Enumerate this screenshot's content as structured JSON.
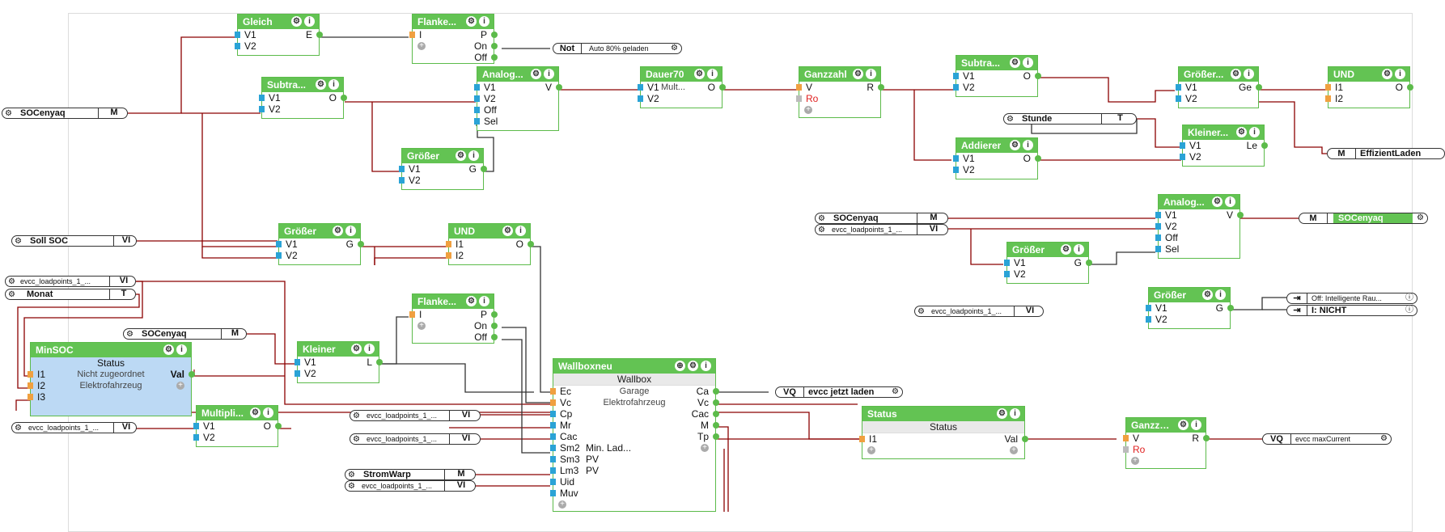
{
  "inputs": {
    "socenyaq_top": {
      "name": "SOCenyaq",
      "type": "M"
    },
    "soll_soc": {
      "name": "Soll SOC",
      "type": "VI"
    },
    "evcc1": {
      "name": "evcc_loadpoints_1_...",
      "type": "VI"
    },
    "monat": {
      "name": "Monat",
      "type": "T"
    },
    "socenyaq_mid": {
      "name": "SOCenyaq",
      "type": "M"
    },
    "evcc2": {
      "name": "evcc_loadpoints_1_...",
      "type": "VI"
    },
    "evcc3": {
      "name": "evcc_loadpoints_1_...",
      "type": "VI"
    },
    "evcc4": {
      "name": "evcc_loadpoints_1_...",
      "type": "VI"
    },
    "stromwarp": {
      "name": "StromWarp",
      "type": "M"
    },
    "evcc5": {
      "name": "evcc_loadpoints_1_...",
      "type": "VI"
    },
    "stunde": {
      "name": "Stunde",
      "type": "T"
    },
    "socenyaq_right": {
      "name": "SOCenyaq",
      "type": "M"
    },
    "evcc6": {
      "name": "evcc_loadpoints_1_...",
      "type": "VI"
    },
    "evcc7": {
      "name": "evcc_loadpoints_1_...",
      "type": "VI"
    }
  },
  "outputs": {
    "not": {
      "type": "Not",
      "name": "Auto 80% geladen"
    },
    "effizient": {
      "type": "M",
      "name": "EffizientLaden"
    },
    "socenyaq_out": {
      "type": "M",
      "name": "SOCenyaq"
    },
    "off_intel": {
      "name": "Off: Intelligente Rau..."
    },
    "i_nicht": {
      "name": "I: NICHT"
    },
    "vq_jetzt": {
      "type": "VQ",
      "name": "evcc jetzt laden"
    },
    "vq_max": {
      "type": "VQ",
      "name": "evcc maxCurrent"
    }
  },
  "blocks": {
    "gleich": {
      "title": "Gleich",
      "in1": "V1",
      "in2": "V2",
      "out1": "E"
    },
    "flanke1": {
      "title": "Flanke...",
      "in1": "I",
      "out1": "P",
      "out2": "On",
      "out3": "Off"
    },
    "subtra1": {
      "title": "Subtra...",
      "in1": "V1",
      "in2": "V2",
      "out1": "O"
    },
    "analog1": {
      "title": "Analog...",
      "in1": "V1",
      "in2": "V2",
      "in3": "Off",
      "in4": "Sel",
      "out1": "V"
    },
    "dauer70": {
      "title": "Dauer70",
      "in1": "V1",
      "in2": "V2",
      "mid": "Mult...",
      "out1": "O"
    },
    "ganzzahl1": {
      "title": "Ganzzahl",
      "in1": "V",
      "in2": "Ro",
      "out1": "R"
    },
    "groesser1": {
      "title": "Größer",
      "in1": "V1",
      "in2": "V2",
      "out1": "G"
    },
    "subtra2": {
      "title": "Subtra...",
      "in1": "V1",
      "in2": "V2",
      "out1": "O"
    },
    "addierer": {
      "title": "Addierer",
      "in1": "V1",
      "in2": "V2",
      "out1": "O"
    },
    "groesser_ge": {
      "title": "Größer...",
      "in1": "V1",
      "in2": "V2",
      "out1": "Ge"
    },
    "kleiner_le": {
      "title": "Kleiner...",
      "in1": "V1",
      "in2": "V2",
      "out1": "Le"
    },
    "und1": {
      "title": "UND",
      "in1": "I1",
      "in2": "I2",
      "out1": "O"
    },
    "groesser2": {
      "title": "Größer",
      "in1": "V1",
      "in2": "V2",
      "out1": "G"
    },
    "und2": {
      "title": "UND",
      "in1": "I1",
      "in2": "I2",
      "out1": "O"
    },
    "flanke2": {
      "title": "Flanke...",
      "in1": "I",
      "out1": "P",
      "out2": "On",
      "out3": "Off"
    },
    "kleiner": {
      "title": "Kleiner",
      "in1": "V1",
      "in2": "V2",
      "out1": "L"
    },
    "minsoc": {
      "title": "MinSOC",
      "sub": "Status",
      "in1": "I1",
      "in2": "I2",
      "in3": "I3",
      "mid1": "Nicht zugeordnet",
      "mid2": "Elektrofahrzeug",
      "out1": "Val"
    },
    "multipli": {
      "title": "Multipli...",
      "in1": "V1",
      "in2": "V2",
      "out1": "O"
    },
    "wallbox": {
      "title": "Wallboxneu",
      "sub": "Wallbox",
      "in": [
        "Ec",
        "Vc",
        "Cp",
        "Mr",
        "Cac",
        "Sm2",
        "Sm3",
        "Lm3",
        "Uid",
        "Muv"
      ],
      "mid": [
        "Garage",
        "Elektrofahrzeug",
        "",
        "",
        "",
        "Min. Lad...",
        "PV",
        "PV",
        "",
        ""
      ],
      "out": [
        "Ca",
        "Vc",
        "Cac",
        "M",
        "Tp"
      ]
    },
    "analog2": {
      "title": "Analog...",
      "in1": "V1",
      "in2": "V2",
      "in3": "Off",
      "in4": "Sel",
      "out1": "V"
    },
    "groesser3": {
      "title": "Größer",
      "in1": "V1",
      "in2": "V2",
      "out1": "G"
    },
    "groesser4": {
      "title": "Größer",
      "in1": "V1",
      "in2": "V2",
      "out1": "G"
    },
    "status": {
      "title": "Status",
      "sub": "Status",
      "in1": "I1",
      "out1": "Val"
    },
    "ganzzahl2": {
      "title": "Ganzzahl",
      "in1": "V",
      "in2": "Ro",
      "out1": "R"
    }
  },
  "colors": {
    "block_header": "#63c353",
    "wire_dark_red": "#8b0000",
    "wire_red": "#a02020",
    "wire_black": "#333333",
    "selected_block": "#bcd9f4"
  }
}
